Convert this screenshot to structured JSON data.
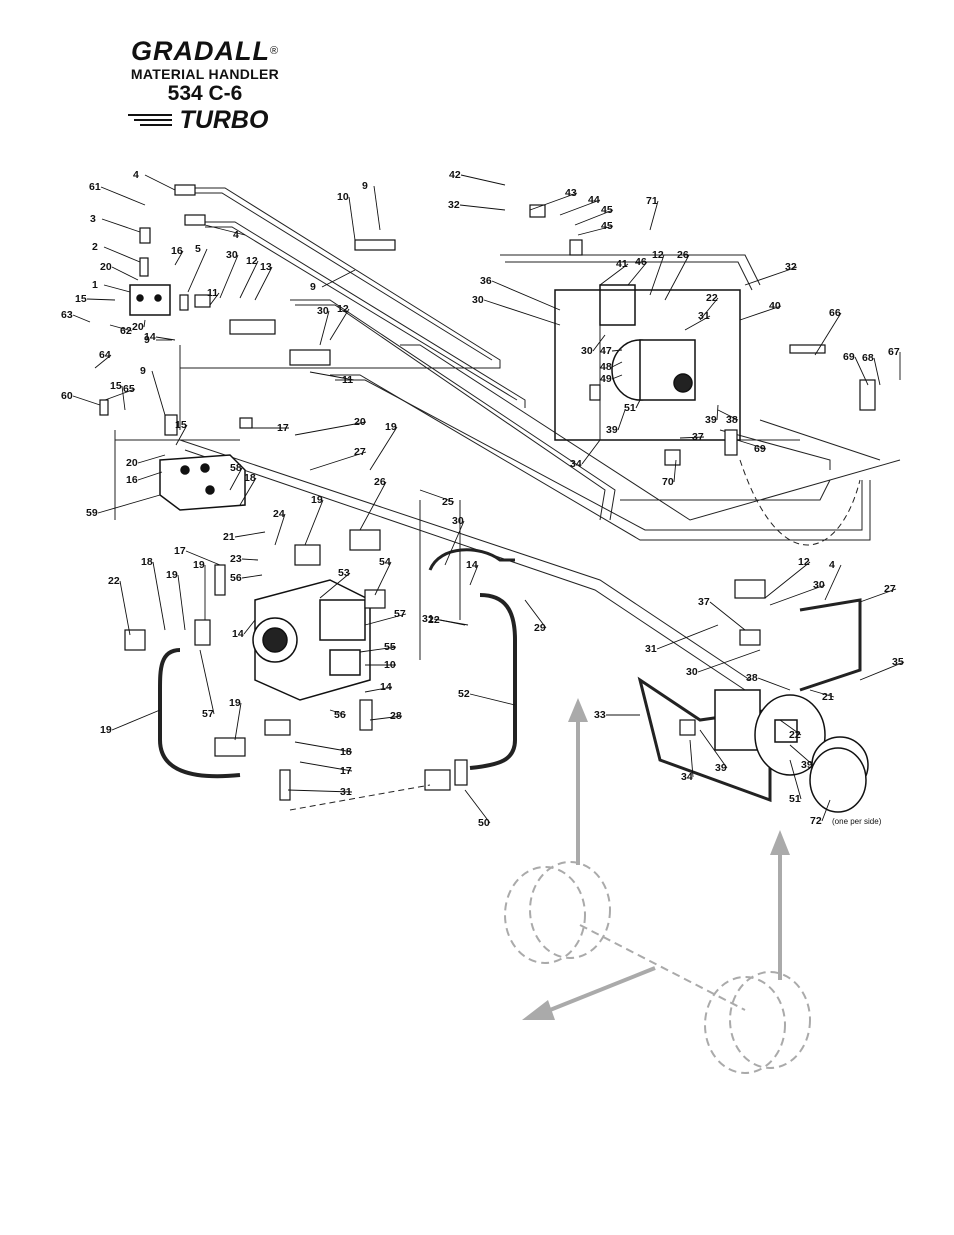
{
  "logo": {
    "brand": "GRADALL",
    "registered_mark": "®",
    "subtitle": "MATERIAL HANDLER",
    "model": "534 C-6",
    "variant": "TURBO"
  },
  "callouts": [
    {
      "t": "4"
    },
    {
      "t": "61"
    },
    {
      "t": "3"
    },
    {
      "t": "4"
    },
    {
      "t": "2"
    },
    {
      "t": "20"
    },
    {
      "t": "16"
    },
    {
      "t": "5"
    },
    {
      "t": "30"
    },
    {
      "t": "12"
    },
    {
      "t": "13"
    },
    {
      "t": "1"
    },
    {
      "t": "11"
    },
    {
      "t": "15"
    },
    {
      "t": "20"
    },
    {
      "t": "63"
    },
    {
      "t": "62"
    },
    {
      "t": "9"
    },
    {
      "t": "64"
    },
    {
      "t": "65"
    },
    {
      "t": "9"
    },
    {
      "t": "15"
    },
    {
      "t": "60"
    },
    {
      "t": "12"
    },
    {
      "t": "30"
    },
    {
      "t": "11"
    },
    {
      "t": "10"
    },
    {
      "t": "9"
    },
    {
      "t": "9"
    },
    {
      "t": "14"
    },
    {
      "t": "17"
    },
    {
      "t": "20"
    },
    {
      "t": "15"
    },
    {
      "t": "20"
    },
    {
      "t": "16"
    },
    {
      "t": "59"
    },
    {
      "t": "58"
    },
    {
      "t": "18"
    },
    {
      "t": "27"
    },
    {
      "t": "19"
    },
    {
      "t": "19"
    },
    {
      "t": "26"
    },
    {
      "t": "25"
    },
    {
      "t": "21"
    },
    {
      "t": "24"
    },
    {
      "t": "23"
    },
    {
      "t": "56"
    },
    {
      "t": "17"
    },
    {
      "t": "18"
    },
    {
      "t": "19"
    },
    {
      "t": "19"
    },
    {
      "t": "22"
    },
    {
      "t": "53"
    },
    {
      "t": "54"
    },
    {
      "t": "57"
    },
    {
      "t": "14"
    },
    {
      "t": "22"
    },
    {
      "t": "55"
    },
    {
      "t": "10"
    },
    {
      "t": "14"
    },
    {
      "t": "57"
    },
    {
      "t": "56"
    },
    {
      "t": "28"
    },
    {
      "t": "19"
    },
    {
      "t": "19"
    },
    {
      "t": "18"
    },
    {
      "t": "17"
    },
    {
      "t": "31"
    },
    {
      "t": "30"
    },
    {
      "t": "14"
    },
    {
      "t": "31"
    },
    {
      "t": "29"
    },
    {
      "t": "52"
    },
    {
      "t": "50"
    },
    {
      "t": "42"
    },
    {
      "t": "43"
    },
    {
      "t": "44"
    },
    {
      "t": "45"
    },
    {
      "t": "45"
    },
    {
      "t": "32"
    },
    {
      "t": "71"
    },
    {
      "t": "36"
    },
    {
      "t": "30"
    },
    {
      "t": "41"
    },
    {
      "t": "46"
    },
    {
      "t": "12"
    },
    {
      "t": "26"
    },
    {
      "t": "32"
    },
    {
      "t": "22"
    },
    {
      "t": "31"
    },
    {
      "t": "40"
    },
    {
      "t": "30"
    },
    {
      "t": "47"
    },
    {
      "t": "48"
    },
    {
      "t": "49"
    },
    {
      "t": "51"
    },
    {
      "t": "39"
    },
    {
      "t": "38"
    },
    {
      "t": "39"
    },
    {
      "t": "37"
    },
    {
      "t": "69"
    },
    {
      "t": "34"
    },
    {
      "t": "70"
    },
    {
      "t": "66"
    },
    {
      "t": "69"
    },
    {
      "t": "68"
    },
    {
      "t": "67"
    },
    {
      "t": "12"
    },
    {
      "t": "30"
    },
    {
      "t": "4"
    },
    {
      "t": "27"
    },
    {
      "t": "37"
    },
    {
      "t": "31"
    },
    {
      "t": "30"
    },
    {
      "t": "35"
    },
    {
      "t": "38"
    },
    {
      "t": "33"
    },
    {
      "t": "21"
    },
    {
      "t": "22"
    },
    {
      "t": "39"
    },
    {
      "t": "34"
    },
    {
      "t": "39"
    },
    {
      "t": "51"
    },
    {
      "t": "72"
    }
  ],
  "note_72": "(one per side)"
}
